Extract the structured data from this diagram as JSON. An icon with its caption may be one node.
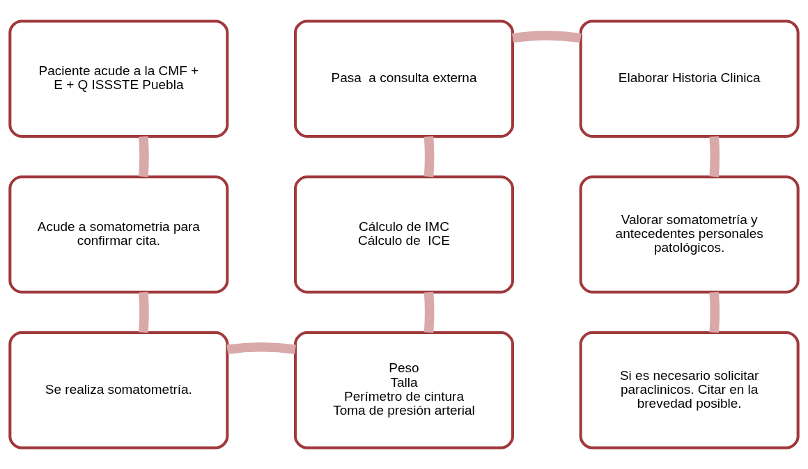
{
  "diagram": {
    "nodes": [
      {
        "text": [
          "Paciente acude a la CMF + E + Q ISSSTE Puebla"
        ]
      },
      {
        "text": [
          "Acude a somatometria para confirmar cita."
        ]
      },
      {
        "text": [
          "Se realiza somatometría."
        ]
      },
      {
        "text": [
          "Peso",
          "Talla",
          "Perímetro de cintura",
          "Toma de presión arterial"
        ]
      },
      {
        "text": [
          "Cálculo de IMC",
          "Cálculo de  ICE"
        ]
      },
      {
        "text": [
          "Pasa  a consulta externa"
        ]
      },
      {
        "text": [
          "Elaborar Historia Clinica"
        ]
      },
      {
        "text": [
          "Valorar somatometría y antecedentes personales patológicos."
        ]
      },
      {
        "text": [
          "Si es necesario solicitar paraclinicos. Citar en la brevedad posible."
        ]
      }
    ],
    "edges": [
      {
        "from": 0,
        "to": 1,
        "arrow": "none"
      },
      {
        "from": 1,
        "to": 2,
        "arrow": "none"
      },
      {
        "from": 2,
        "to": 3,
        "arrow": "none"
      },
      {
        "from": 3,
        "to": 4,
        "arrow": "none"
      },
      {
        "from": 4,
        "to": 5,
        "arrow": "none"
      },
      {
        "from": 5,
        "to": 6,
        "arrow": "none"
      },
      {
        "from": 6,
        "to": 7,
        "arrow": "none"
      },
      {
        "from": 7,
        "to": 8,
        "arrow": "none"
      }
    ]
  }
}
